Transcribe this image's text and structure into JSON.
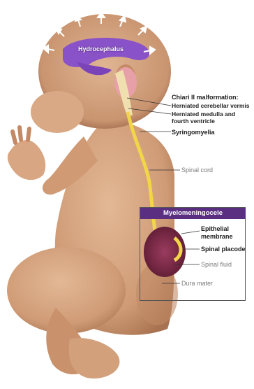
{
  "labels": {
    "hydrocephalus": "Hydrocephalus",
    "chiari_title": "Chiari II malformation:",
    "herniated_vermis": "Herniated cerebellar vermis",
    "herniated_medulla_line1": "Herniated medulla and",
    "herniated_medulla_line2": "fourth ventricle",
    "syringomyelia": "Syringomyelia",
    "spinal_cord": "Spinal cord",
    "myelomeningocele": "Myelomeningocele",
    "epithelial_line1": "Epithelial",
    "epithelial_line2": "membrane",
    "spinal_placode": "Spinal placode",
    "spinal_fluid": "Spinal fluid",
    "dura_mater": "Dura mater"
  },
  "colors": {
    "skin": "#d4a27e",
    "skin_shadow": "#b07a58",
    "ventricle": "#8a52c8",
    "spinal_cord": "#f2d64a",
    "sac": "#7a2a48",
    "header": "#5a2f82"
  }
}
